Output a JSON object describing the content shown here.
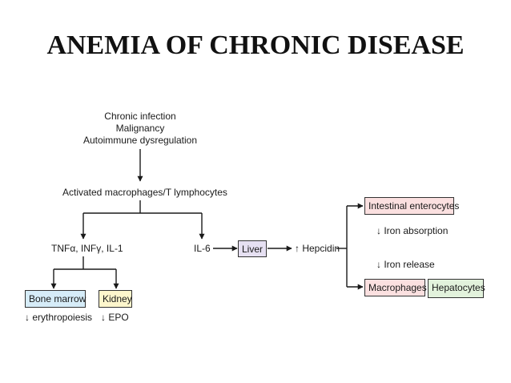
{
  "title": "ANEMIA OF CHRONIC DISEASE",
  "causes": [
    "Chronic infection",
    "Malignancy",
    "Autoimmune dysregulation"
  ],
  "activated": "Activated macrophages/T lymphocytes",
  "cytokines": "TNFα, INFγ, IL-1",
  "il6": "IL-6",
  "liver": "Liver",
  "hepcidin": "↑ Hepcidin",
  "bone_marrow": "Bone marrow",
  "kidney": "Kidney",
  "erythropoiesis": "↓ erythropoiesis",
  "epo": "↓ EPO",
  "enterocytes": "Intestinal enterocytes",
  "iron_absorption": "↓ Iron absorption",
  "iron_release": "↓ Iron release",
  "macrophages": "Macrophages",
  "hepatocytes": "Hepatocytes",
  "colors": {
    "bone_marrow_fill": "#d6ecf8",
    "kidney_fill": "#fdf6cc",
    "liver_fill": "#e6e0f2",
    "enterocytes_fill": "#fbe0e0",
    "macrophages_fill": "#fbe0e0",
    "hepatocytes_fill": "#e2f2dc"
  }
}
